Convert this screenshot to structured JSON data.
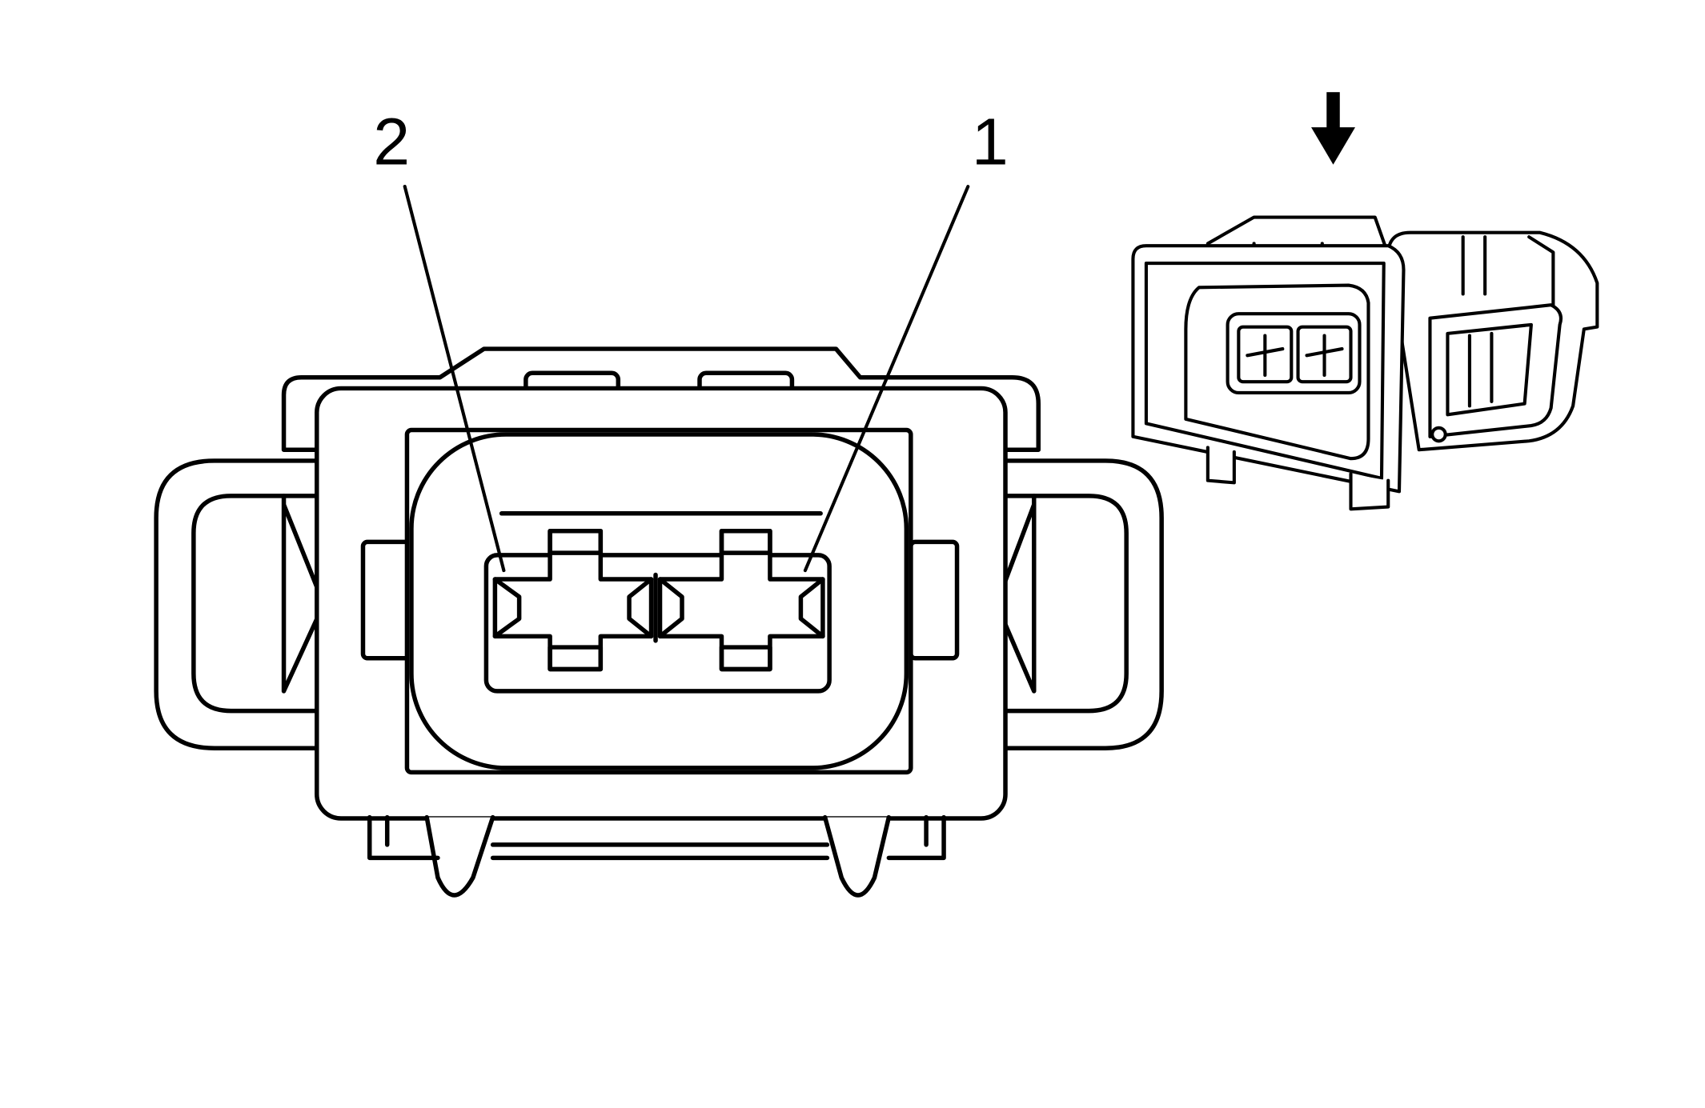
{
  "diagram": {
    "type": "connector end view",
    "pins": [
      {
        "label": "2"
      },
      {
        "label": "1"
      }
    ],
    "orientation_arrow": {
      "icon": "arrow-down-icon",
      "direction": "down"
    },
    "colors": {
      "line": "#000000",
      "background": "#ffffff"
    }
  }
}
